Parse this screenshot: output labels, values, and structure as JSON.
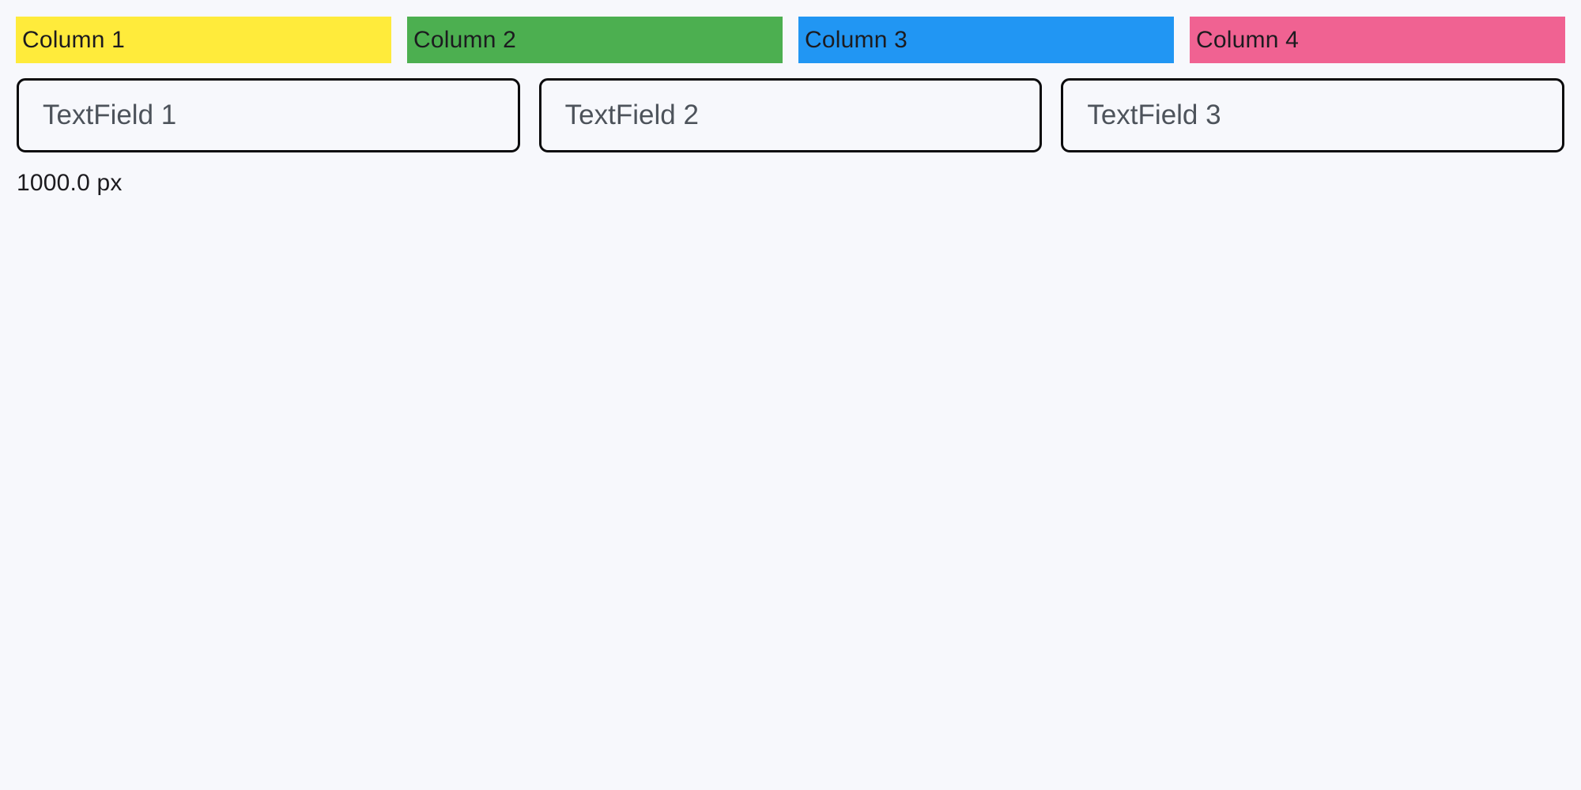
{
  "page": {
    "background_color": "#f7f8fc",
    "text_color": "#1c1b1f",
    "width_label": "1000.0 px"
  },
  "columns": [
    {
      "label": "Column 1",
      "color": "#ffeb3b"
    },
    {
      "label": "Column 2",
      "color": "#4caf50"
    },
    {
      "label": "Column 3",
      "color": "#2196f3"
    },
    {
      "label": "Column 4",
      "color": "#f06292"
    }
  ],
  "text_fields": [
    {
      "placeholder": "TextField 1",
      "value": ""
    },
    {
      "placeholder": "TextField 2",
      "value": ""
    },
    {
      "placeholder": "TextField 3",
      "value": ""
    }
  ],
  "style": {
    "field_border_color": "#0b0b0d",
    "placeholder_color": "#4d535b"
  }
}
